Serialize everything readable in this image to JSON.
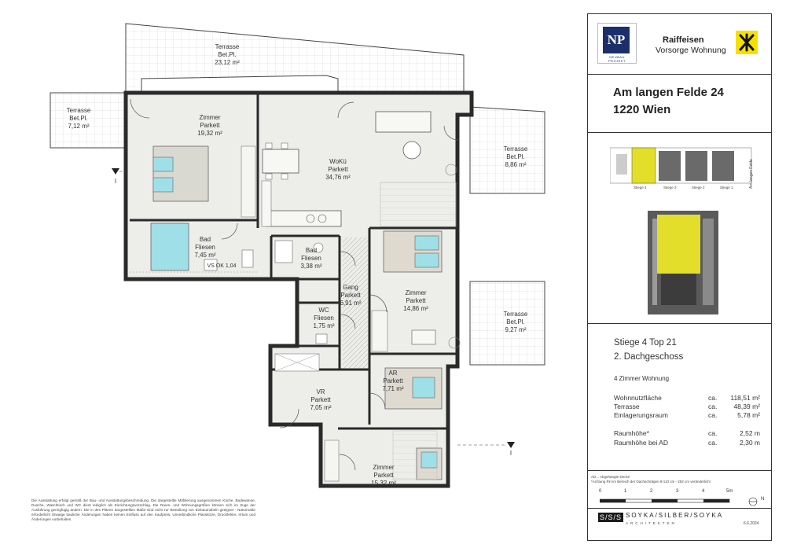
{
  "rooms": [
    {
      "id": "terrasse-top",
      "name": "Terrasse",
      "floor": "Bet.Pl.",
      "area": "23,12 m²"
    },
    {
      "id": "terrasse-left",
      "name": "Terrasse",
      "floor": "Bet.Pl.",
      "area": "7,12 m²"
    },
    {
      "id": "zimmer1",
      "name": "Zimmer",
      "floor": "Parkett",
      "area": "19,32 m²"
    },
    {
      "id": "woku",
      "name": "WoKü",
      "floor": "Parkett",
      "area": "34,76 m²"
    },
    {
      "id": "terrasse-right1",
      "name": "Terrasse",
      "floor": "Bet.Pl.",
      "area": "8,86 m²"
    },
    {
      "id": "bad1",
      "name": "Bad",
      "floor": "Fliesen",
      "area": "7,45 m²"
    },
    {
      "id": "bad2",
      "name": "Bad",
      "floor": "Fliesen",
      "area": "3,38 m²"
    },
    {
      "id": "gang",
      "name": "Gang",
      "floor": "Parkett",
      "area": "6,91 m²"
    },
    {
      "id": "zimmer2",
      "name": "Zimmer",
      "floor": "Parkett",
      "area": "14,86 m²"
    },
    {
      "id": "terrasse-right2",
      "name": "Terrasse",
      "floor": "Bet.Pl.",
      "area": "9,27 m²"
    },
    {
      "id": "wc",
      "name": "WC",
      "floor": "Fliesen",
      "area": "1,75 m²"
    },
    {
      "id": "ar",
      "name": "AR",
      "floor": "Parkett",
      "area": "7,71 m²"
    },
    {
      "id": "vr",
      "name": "VR",
      "floor": "Parkett",
      "area": "7,05 m²"
    },
    {
      "id": "zimmer3",
      "name": "Zimmer",
      "floor": "Parkett",
      "area": "15,32 m²"
    }
  ],
  "vs_note": "VS OK 1,04",
  "section_marker": "I",
  "disclaimer": "Die Ausstattung erfolgt gemäß der Bau- und Ausstattungsbeschreibung. Die dargestellte Möblierung ausgenommen Küche, Badewanne, Dusche, Waschtisch und WC dient lediglich als Einrichtungsvorschlag. Die Raum- und Wohnungsgrößen können sich im Zuge der Ausführung geringfügig ändern. Die in den Plänen dargestellten Maße sind nicht zur Bestellung von Einbaumöbeln geeignet - Naturmaße erforderlich! Etwaige bauliche Änderungen haben keinen Einfluss auf den Kaufpreis. Unverbindliche Planskizze, Druckfehler, Irrtum und Änderungen vorbehalten.",
  "sheet": {
    "np_mark": "NP",
    "np_sub": "NEUBAU PROJEKT",
    "rf_name": "Raiffeisen",
    "rf_sub": "Vorsorge Wohnung",
    "address_line1": "Am langen Felde 24",
    "address_line2": "1220 Wien",
    "stiegen": [
      "Stiege 4",
      "Stiege 3",
      "Stiege 2",
      "Stiege 1"
    ],
    "street_label": "Am langen Felde",
    "unit_title": "Stiege 4 Top 21",
    "unit_floor": "2. Dachgeschoss",
    "unit_type": "4 Zimmer Wohnung",
    "areas_main": [
      {
        "label": "Wohnnutzfläche",
        "ca": "ca.",
        "value": "118,51 m²"
      },
      {
        "label": "Terrasse",
        "ca": "ca.",
        "value": "48,39 m²"
      },
      {
        "label": "Einlagerungsraum",
        "ca": "ca.",
        "value": "5,78 m²"
      }
    ],
    "areas_height": [
      {
        "label": "Raumhöhe*",
        "ca": "ca.",
        "value": "2,52 m"
      },
      {
        "label": "Raumhöhe bei AD",
        "ca": "ca.",
        "value": "2,30 m"
      }
    ],
    "note1": "AD... Abgehängte Decke",
    "note2": "*Achtung RH im Bereich der Dachschrägen 8-110 cm - 252 cm veränderlich!",
    "scale": [
      "0",
      "1",
      "2",
      "3",
      "4",
      "5m"
    ],
    "north": "N",
    "architect_mark": "S/S/S",
    "architect_name": "SOYKA/SILBER/SOYKA",
    "architect_sub": "ARCHITEKTEN",
    "date": "6.6.2024"
  },
  "colors": {
    "room_fill": "#ededea",
    "wet_fill": "#e6e6e2",
    "terrace_fill": "#ffffff",
    "wall": "#2a2a2a",
    "np_blue": "#1c2f6b",
    "raiffeisen_yellow": "#f5e000",
    "highlight": "#e3de2a",
    "fixture_blue": "#9fdfe8"
  }
}
